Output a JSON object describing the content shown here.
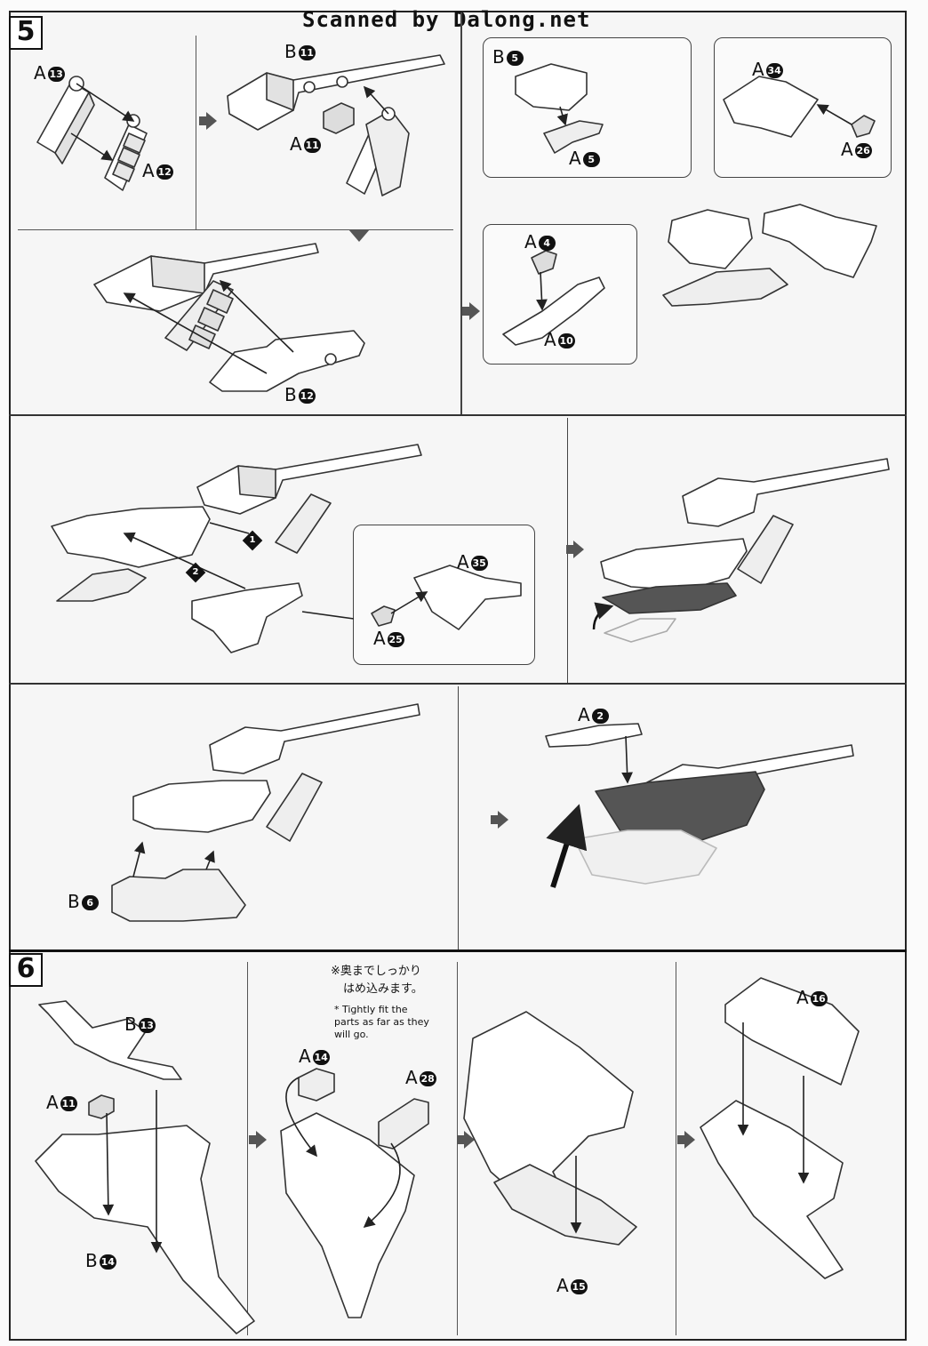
{
  "scan_banner": "Scanned by Dalong.net",
  "steps": {
    "five": "5",
    "six": "6"
  },
  "parts": {
    "a13": {
      "letter": "A",
      "num": "13"
    },
    "b11": {
      "letter": "B",
      "num": "11"
    },
    "a11_top": {
      "letter": "A",
      "num": "11"
    },
    "a12": {
      "letter": "A",
      "num": "12"
    },
    "b5": {
      "letter": "B",
      "num": "5"
    },
    "a5": {
      "letter": "A",
      "num": "5"
    },
    "a34": {
      "letter": "A",
      "num": "34"
    },
    "a26": {
      "letter": "A",
      "num": "26"
    },
    "a4": {
      "letter": "A",
      "num": "4"
    },
    "a10": {
      "letter": "A",
      "num": "10"
    },
    "b12": {
      "letter": "B",
      "num": "12"
    },
    "a35": {
      "letter": "A",
      "num": "35"
    },
    "a25": {
      "letter": "A",
      "num": "25"
    },
    "a2": {
      "letter": "A",
      "num": "2"
    },
    "b6": {
      "letter": "B",
      "num": "6"
    },
    "b13": {
      "letter": "B",
      "num": "13"
    },
    "a11_bottom": {
      "letter": "A",
      "num": "11"
    },
    "b14": {
      "letter": "B",
      "num": "14"
    },
    "a14": {
      "letter": "A",
      "num": "14"
    },
    "a28": {
      "letter": "A",
      "num": "28"
    },
    "a15": {
      "letter": "A",
      "num": "15"
    },
    "a16": {
      "letter": "A",
      "num": "16"
    }
  },
  "order_badges": {
    "first": "1",
    "second": "2"
  },
  "note": {
    "jp_line1": "※奥までしっかり",
    "jp_line2": "はめ込みます。",
    "en": "* Tightly fit the parts as far as they will go."
  }
}
